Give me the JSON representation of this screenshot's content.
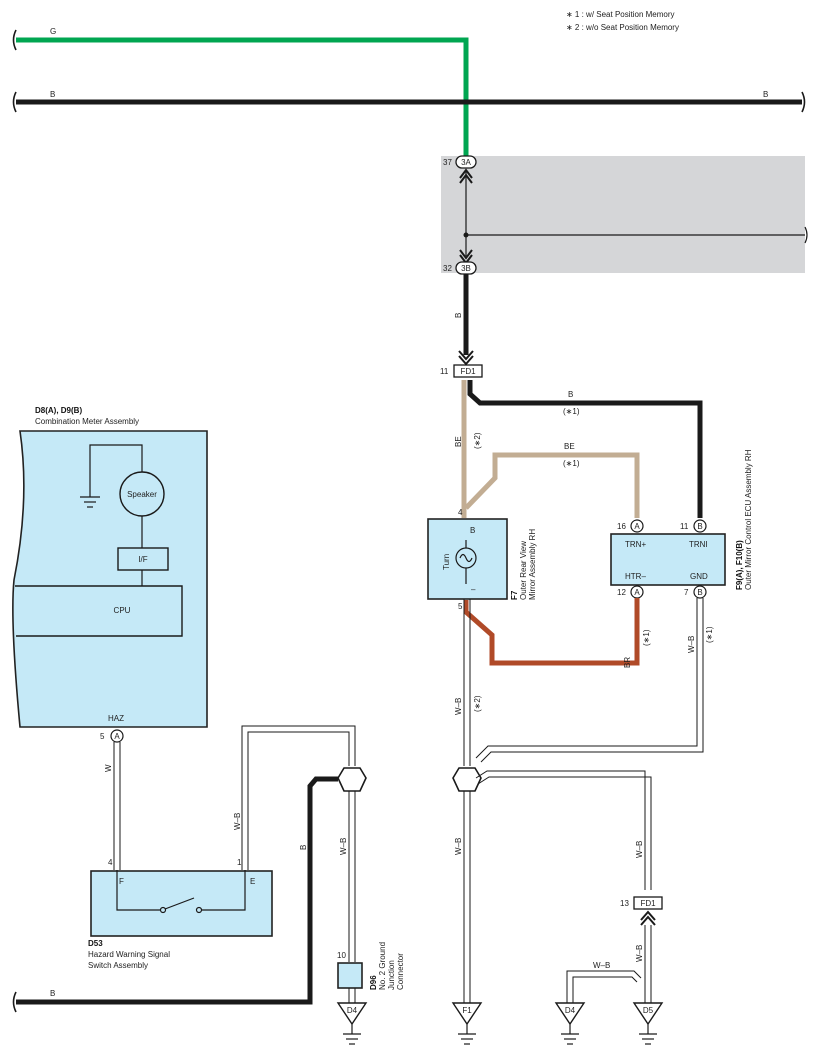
{
  "notes": {
    "n1": "∗ 1 : w/ Seat Position Memory",
    "n2": "∗ 2 : w/o Seat Position Memory"
  },
  "wires": {
    "g_top": "G",
    "b_top_left": "B",
    "b_top_right": "B",
    "b_junction": "B",
    "b_ecu": "B",
    "b_ecu_note": "(∗1)",
    "be_mirror": "BE",
    "be_mirror_note": "(∗2)",
    "be_ecu": "BE",
    "be_ecu_note": "(∗1)",
    "br": "BR",
    "br_note": "(∗1)",
    "wb_mirror": "W–B",
    "wb_mirror_note": "(∗2)",
    "wb_ecu": "W–B",
    "wb_ecu_note": "(∗1)",
    "w_haz": "W",
    "wb_hazard": "W–B",
    "b_ground": "B",
    "wb_d96": "W–B",
    "wb_f1": "W–B",
    "wb_fd1b": "W–B",
    "wb_fd1b2": "W–B",
    "wb_d4b": "W–B",
    "b_bottom": "B"
  },
  "shaded": {
    "pin37": "37",
    "conn3a": "3A",
    "pin32": "32",
    "conn3b": "3B"
  },
  "fd1_top": {
    "pin": "11",
    "name": "FD1"
  },
  "fd1_bottom": {
    "pin": "13",
    "name": "FD1"
  },
  "meter": {
    "id": "D8(A), D9(B)",
    "name": "Combination Meter Assembly",
    "speaker": "Speaker",
    "if": "I/F",
    "cpu": "CPU",
    "haz": "HAZ",
    "pin": "5",
    "conn": "A"
  },
  "mirror": {
    "id": "F7",
    "name1": "Outer Rear View",
    "name2": "Mirror Assembly RH",
    "turn": "Turn",
    "b": "B",
    "minus": "–",
    "pin4": "4",
    "pin5": "5"
  },
  "ecu": {
    "id": "F9(A), F10(B)",
    "name": "Outer Mirror Control ECU Assembly RH",
    "trn_plus": "TRN+",
    "trni": "TRNI",
    "htr": "HTR–",
    "gnd": "GND",
    "pin16": "16",
    "conn16": "A",
    "pin11": "11",
    "conn11": "B",
    "pin12": "12",
    "conn12": "A",
    "pin7": "7",
    "conn7": "B"
  },
  "hazard": {
    "id": "D53",
    "name1": "Hazard Warning Signal",
    "name2": "Switch Assembly",
    "f": "F",
    "e": "E",
    "pin4": "4",
    "pin1": "1"
  },
  "d96": {
    "id": "D96",
    "name1": "No. 2 Ground",
    "name2": "Junction",
    "name3": "Connector",
    "pin": "10"
  },
  "grounds": {
    "d4_left": "D4",
    "f1": "F1",
    "d4_right": "D4",
    "d5": "D5"
  },
  "colors": {
    "green": "#00a651",
    "black": "#1a1a1a",
    "beige": "#c2ad93",
    "brown": "#b04a28",
    "component": "#c5e9f7",
    "shade": "#d5d6d8"
  }
}
